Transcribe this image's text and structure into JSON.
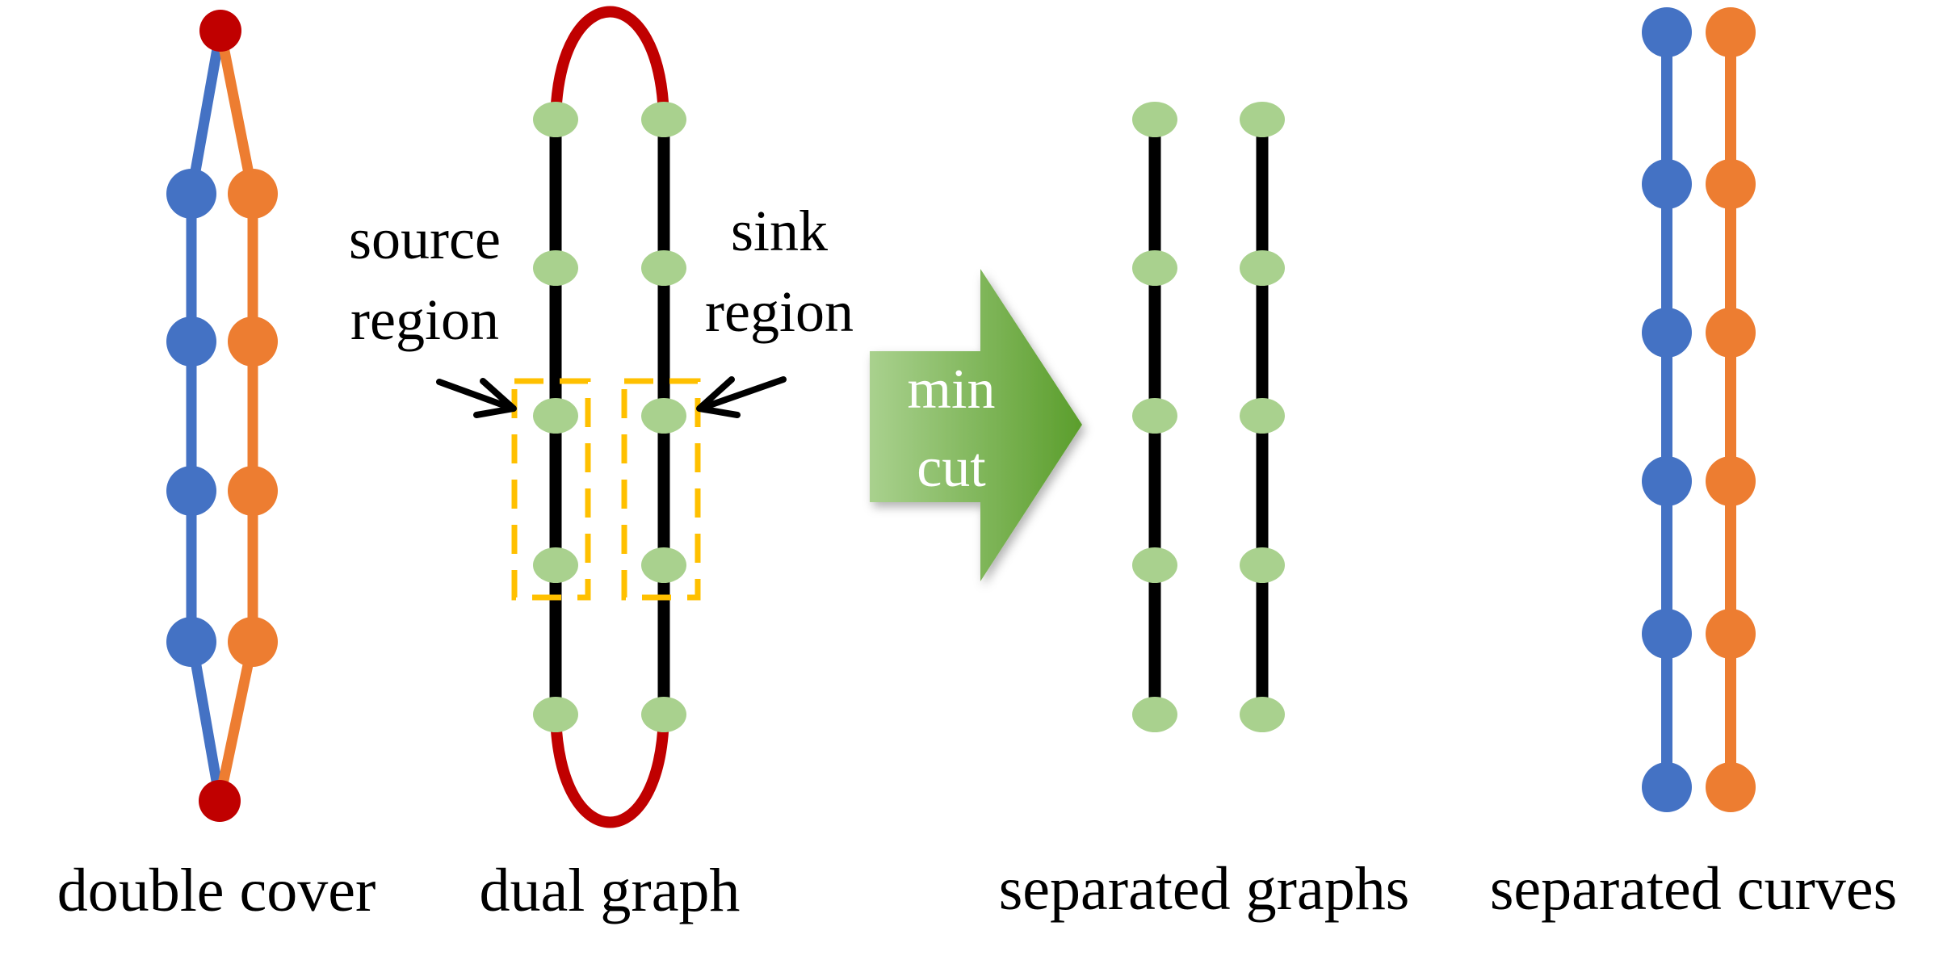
{
  "captions": {
    "double_cover": "double cover",
    "dual_graph": "dual graph",
    "separated_graphs": "separated graphs",
    "separated_curves": "separated curves"
  },
  "annotations": {
    "source_line1": "source",
    "source_line2": "region",
    "sink_line1": "sink",
    "sink_line2": "region"
  },
  "min_cut": {
    "line1": "min",
    "line2": "cut"
  },
  "colors": {
    "blue": "#4472c4",
    "orange": "#ed7d31",
    "red": "#c00000",
    "black": "#000000",
    "light_green": "#a9d18e",
    "arrow_green_light": "#a9d18e",
    "arrow_green_dark": "#5b9e2c",
    "dashed_box": "#ffc000"
  }
}
